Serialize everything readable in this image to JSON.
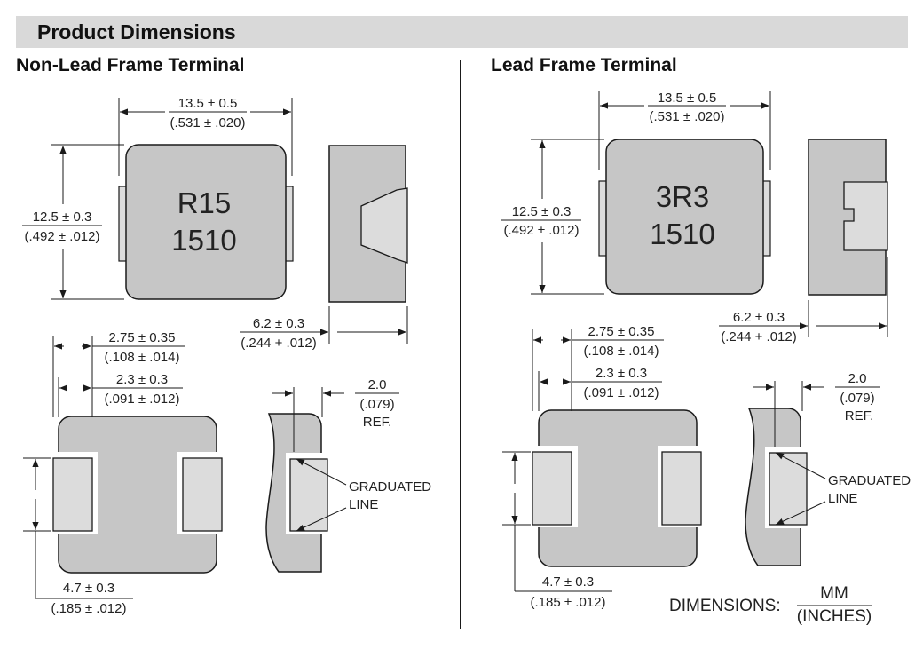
{
  "header": {
    "title": "Product Dimensions"
  },
  "left": {
    "title": "Non-Lead Frame Terminal",
    "marking_line1": "R15",
    "marking_line2": "1510",
    "length_mm": "13.5 ± 0.5",
    "length_in": "(.531 ± .020)",
    "width_mm": "12.5 ± 0.3",
    "width_in": "(.492 ± .012)",
    "height_mm": "6.2 ± 0.3",
    "height_in": "(.244 + .012)",
    "term_outer_mm": "2.75 ± 0.35",
    "term_outer_in": "(.108 ± .014)",
    "term_inner_mm": "2.3 ± 0.3",
    "term_inner_in": "(.091 ± .012)",
    "ref_mm": "2.0",
    "ref_in": "(.079)",
    "ref_label": "REF.",
    "graduated_1": "GRADUATED",
    "graduated_2": "LINE",
    "pad_mm": "4.7 ± 0.3",
    "pad_in": "(.185 ± .012)"
  },
  "right": {
    "title": "Lead Frame Terminal",
    "marking_line1": "3R3",
    "marking_line2": "1510",
    "length_mm": "13.5 ± 0.5",
    "length_in": "(.531 ± .020)",
    "width_mm": "12.5 ± 0.3",
    "width_in": "(.492 ± .012)",
    "height_mm": "6.2 ± 0.3",
    "height_in": "(.244 + .012)",
    "term_outer_mm": "2.75 ± 0.35",
    "term_outer_in": "(.108 ± .014)",
    "term_inner_mm": "2.3 ± 0.3",
    "term_inner_in": "(.091 ± .012)",
    "ref_mm": "2.0",
    "ref_in": "(.079)",
    "ref_label": "REF.",
    "graduated_1": "GRADUATED",
    "graduated_2": "LINE",
    "pad_mm": "4.7 ± 0.3",
    "pad_in": "(.185 ± .012)"
  },
  "legend": {
    "label": "DIMENSIONS:",
    "unit_top": "MM",
    "unit_bottom": "(INCHES)"
  },
  "colors": {
    "body_gray": "#c6c6c6",
    "terminal_gray": "#dcdcdc",
    "outline": "#1a1a1a",
    "header_bg": "#d9d9d9"
  }
}
